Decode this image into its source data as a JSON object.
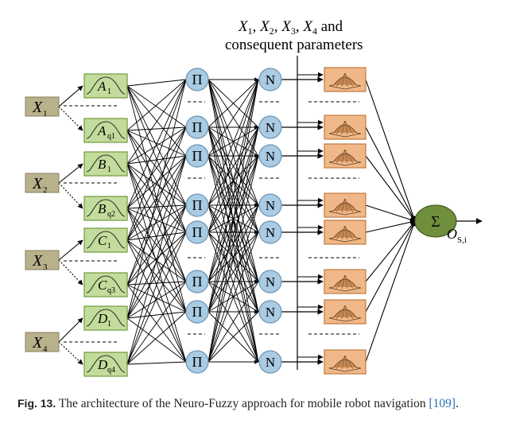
{
  "diagram": {
    "inputs": [
      {
        "var": "X",
        "sub": "1"
      },
      {
        "var": "X",
        "sub": "2"
      },
      {
        "var": "X",
        "sub": "3"
      },
      {
        "var": "X",
        "sub": "4"
      }
    ],
    "membership": [
      {
        "var": "A",
        "sub": "1"
      },
      {
        "var": "A",
        "sub": "q1"
      },
      {
        "var": "B",
        "sub": "1"
      },
      {
        "var": "B",
        "sub": "q2"
      },
      {
        "var": "C",
        "sub": "1"
      },
      {
        "var": "C",
        "sub": "q3"
      },
      {
        "var": "D",
        "sub": "1"
      },
      {
        "var": "D",
        "sub": "q4"
      }
    ],
    "product_symbol": "Π",
    "normalize_symbol": "N",
    "sum_symbol": "Σ",
    "header": {
      "vars": [
        "X",
        "X",
        "X",
        "X"
      ],
      "subs": [
        "1",
        "2",
        "3",
        "4"
      ],
      "and_text": "and",
      "line2": "consequent parameters"
    },
    "output": {
      "var": "O",
      "sub": "S,i"
    },
    "colors": {
      "input_fill": "#b9b08c",
      "mf_fill": "#c3dc9c",
      "mf_stroke": "#6f9a3c",
      "circle_fill": "#a9cbe3",
      "circle_stroke": "#6b94b5",
      "conseq_fill": "#f0b888",
      "conseq_stroke": "#c07a40",
      "sum_fill": "#6f8f3c"
    }
  },
  "caption": {
    "label": "Fig. 13.",
    "text": " The architecture of the Neuro-Fuzzy approach for mobile robot navigation ",
    "ref": "[109]",
    "end": "."
  }
}
